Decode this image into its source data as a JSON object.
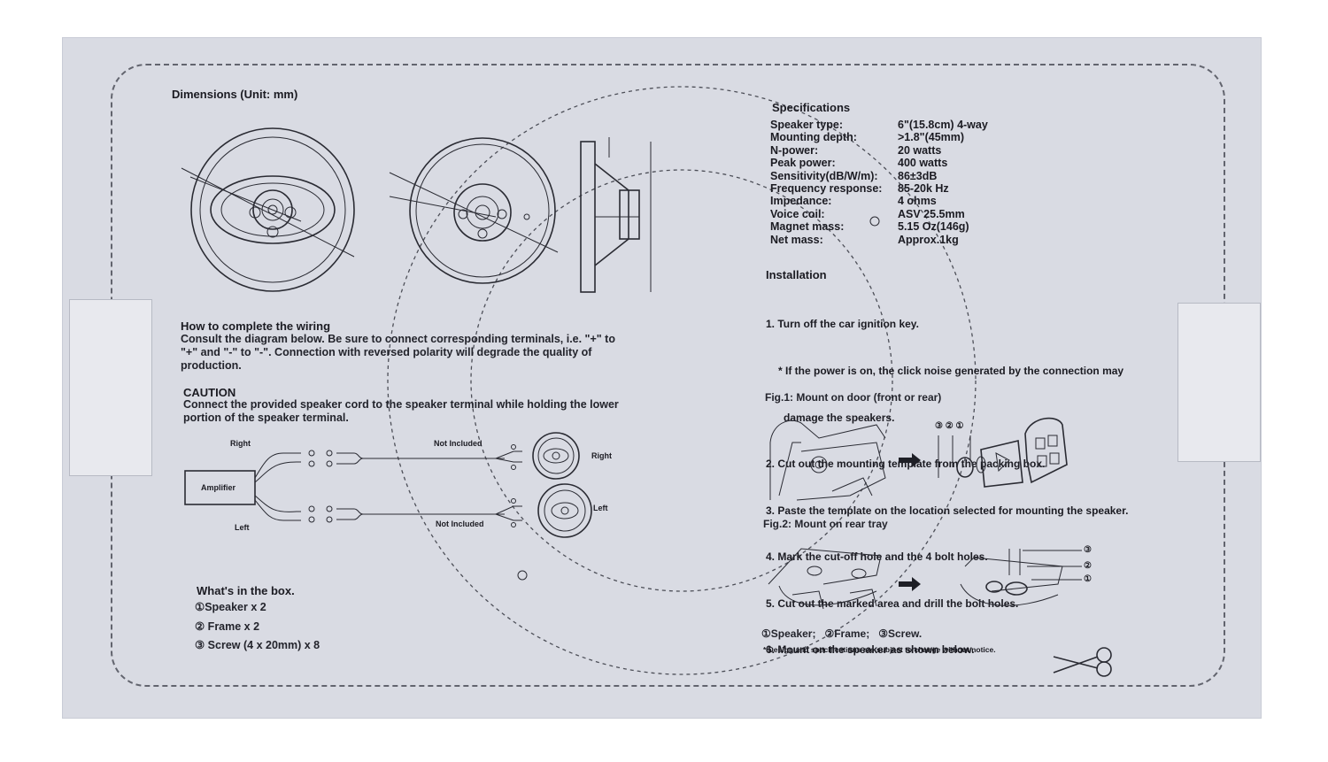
{
  "dimensions": {
    "title": "Dimensions  (Unit: mm)"
  },
  "wiring": {
    "title": "How to complete the wiring",
    "body": [
      "Consult the diagram below. Be sure to connect corresponding terminals, i.e. \"+\" to",
      "\"+\" and \"-\" to \"-\". Connection with reversed polarity will degrade the quality of",
      "production."
    ],
    "caution_title": "CAUTION",
    "caution_body": [
      "Connect the provided speaker cord to the speaker terminal while holding the lower",
      "portion of the speaker terminal."
    ],
    "diagram": {
      "amplifier": "Amplifier",
      "right_top": "Right",
      "left_bottom": "Left",
      "not_included_top": "Not Included",
      "not_included_bottom": "Not Included",
      "right_speaker": "Right",
      "left_speaker": "Left"
    }
  },
  "box": {
    "title": "What's in the box.",
    "items": [
      "①Speaker x 2",
      "② Frame x 2",
      "③ Screw (4 x 20mm) x 8"
    ]
  },
  "specs": {
    "title": "Specifications",
    "rows": [
      {
        "k": "Speaker type:",
        "v": "6\"(15.8cm) 4-way"
      },
      {
        "k": "Mounting depth:",
        "v": ">1.8\"(45mm)"
      },
      {
        "k": "N-power:",
        "v": "20 watts"
      },
      {
        "k": "Peak power:",
        "v": "400 watts"
      },
      {
        "k": "Sensitivity(dB/W/m):",
        "v": "86±3dB"
      },
      {
        "k": "Frequency response:",
        "v": "85-20k Hz"
      },
      {
        "k": "Impedance:",
        "v": "4 ohms"
      },
      {
        "k": "Voice coil:",
        "v": "ASV 25.5mm"
      },
      {
        "k": "Magnet mass:",
        "v": "5.15 Oz(146g)"
      },
      {
        "k": "Net mass:",
        "v": "Approx.1kg"
      }
    ]
  },
  "installation": {
    "title": "Installation",
    "lines": [
      "1. Turn off the car ignition key.",
      "   * If the power is on, the click noise generated by the connection may",
      "     damage the speakers.",
      "2. Cut out the mounting template from the packing box.",
      "3. Paste the template on the location selected for mounting the speaker.",
      "4. Mark the cut-off hole and the 4 bolt holes.",
      "5. Cut out the marked area and drill the bolt holes.",
      "6. Mount on the speaker as shown below."
    ],
    "fig1": "Fig.1: Mount on door (front or rear)",
    "fig2": "Fig.2: Mount on rear tray",
    "fig1_nums": "③ ② ①",
    "fig2_nums": [
      "③",
      "②",
      "①"
    ],
    "legend": "①Speaker;   ②Frame;   ③Screw.",
    "note": "* Design and specifications are subject to change without notice."
  }
}
